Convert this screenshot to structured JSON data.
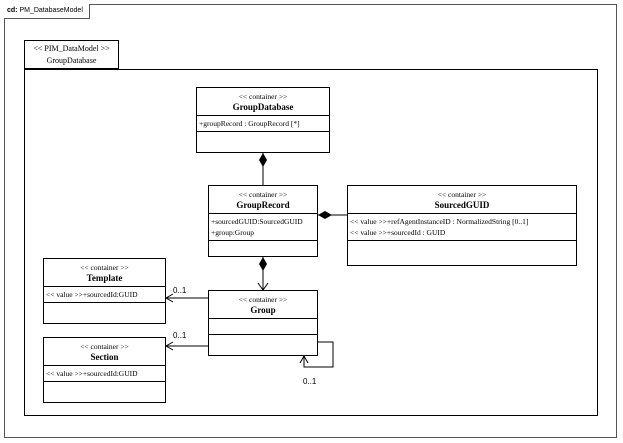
{
  "frame": {
    "kind": "cd:",
    "name": "PM_DatabaseModel"
  },
  "package": {
    "stereotype": "<< PIM_DataModel >>",
    "name": "GroupDatabase"
  },
  "classes": {
    "group_database": {
      "stereotype": "<< container >>",
      "name": "GroupDatabase",
      "attrs": [
        "+groupRecord : GroupRecord [*]"
      ]
    },
    "group_record": {
      "stereotype": "<< container >>",
      "name": "GroupRecord",
      "attrs": [
        "+sourcedGUID:SourcedGUID",
        "+group:Group"
      ]
    },
    "sourced_guid": {
      "stereotype": "<< container >>",
      "name": "SourcedGUID",
      "attrs": [
        "<< value >>+refAgentInstanceID : NormalizedString [0..1]",
        "<< value >>+sourcedId : GUID"
      ]
    },
    "template": {
      "stereotype": "<< container >>",
      "name": "Template",
      "attrs": [
        "<< value >>+sourcedId:GUID"
      ]
    },
    "group": {
      "stereotype": "<< container >>",
      "name": "Group",
      "attrs": []
    },
    "section": {
      "stereotype": "<< container >>",
      "name": "Section",
      "attrs": [
        "<< value >>+sourcedId:GUID"
      ]
    }
  },
  "multiplicities": {
    "template": "0..1",
    "section": "0..1",
    "self": "0..1"
  }
}
